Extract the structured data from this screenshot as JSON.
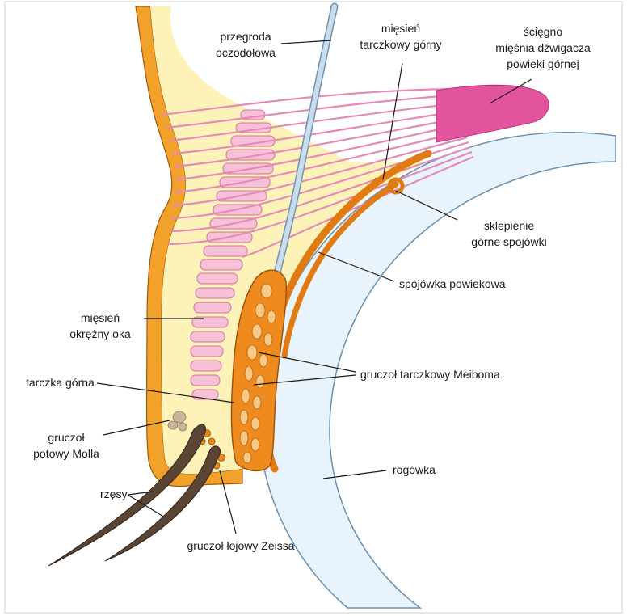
{
  "diagram": {
    "labels": {
      "przegroda_1": "przegroda",
      "przegroda_2": "oczodołowa",
      "miesien_tarczkowy_1": "mięsień",
      "miesien_tarczkowy_2": "tarczkowy górny",
      "sciegno_1": "ścięgno",
      "sciegno_2": "mięśnia dźwigacza",
      "sciegno_3": "powieki górnej",
      "sklepienie_1": "sklepienie",
      "sklepienie_2": "górne spojówki",
      "spojowka": "spojówka powiekowa",
      "okrezny_1": "mięsień",
      "okrezny_2": "okrężny oka",
      "tarczka": "tarczka górna",
      "meiboma": "gruczoł tarczkowy Meiboma",
      "molla_1": "gruczoł",
      "molla_2": "potowy Molla",
      "rogowka": "rogówka",
      "rzesy": "rzęsy",
      "zeissa": "gruczoł łojowy Zeissa"
    },
    "colors": {
      "skin_orange": "#f2a12b",
      "fat_yellow": "#fdf2b8",
      "muscle_pink": "#e58ab8",
      "tendon_pink": "#e2559e",
      "tarsus_orange": "#ee8a1e",
      "conjunctiva_orange": "#e07b14",
      "septum_blue": "#a9c8de",
      "cornea_blue": "#e9f3fb",
      "lash_brown": "#5a4434"
    }
  }
}
